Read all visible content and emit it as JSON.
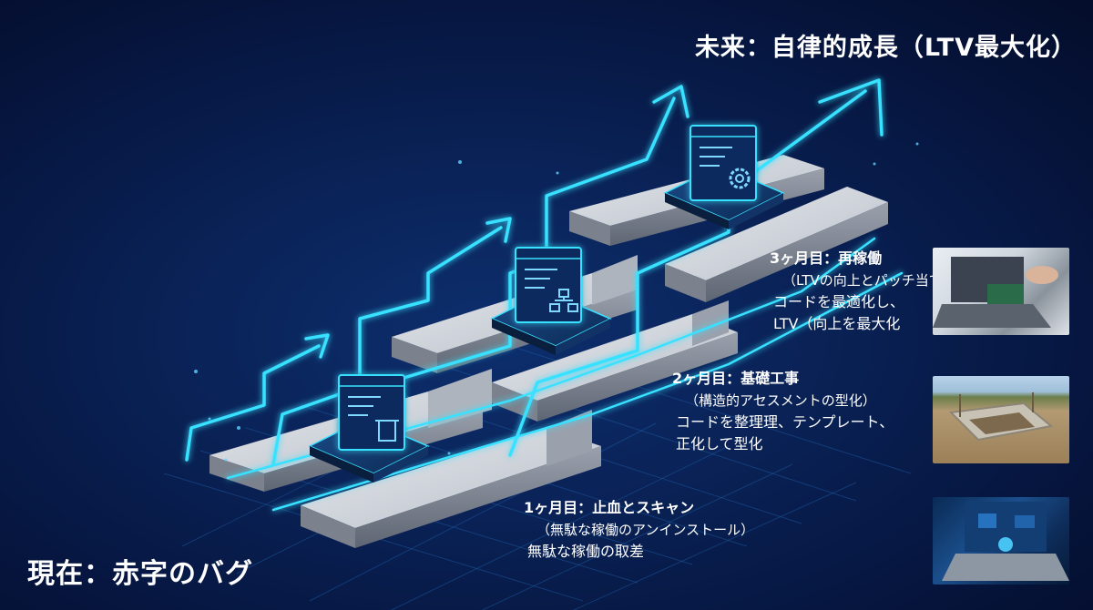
{
  "titles": {
    "future": "未来：自律的成長（LTV最大化）",
    "now": "現在：赤字のバグ"
  },
  "steps": [
    {
      "head": "3ヶ月目：再稼働",
      "sub": "（LTVの向上とパッチ当て）",
      "desc": [
        "コードを最適化し、",
        "LTV（向上を最大化"
      ]
    },
    {
      "head": "2ヶ月目：基礎工事",
      "sub": "（構造的アセスメントの型化）",
      "desc": [
        "コードを整理理、テンプレート、",
        "正化して型化"
      ]
    },
    {
      "head": "1ヶ月目：止血とスキャン",
      "sub": "（無駄な稼働のアンインストール）",
      "desc": [
        "無駄な稼働の取差"
      ]
    }
  ],
  "photos": [
    {
      "subject": "laptop-circuit-photo"
    },
    {
      "subject": "construction-foundation-photo"
    },
    {
      "subject": "laptop-security-photo"
    }
  ],
  "colors": {
    "background": "#06143a",
    "neon": "#38e1ff",
    "path": "#c9ced6"
  }
}
